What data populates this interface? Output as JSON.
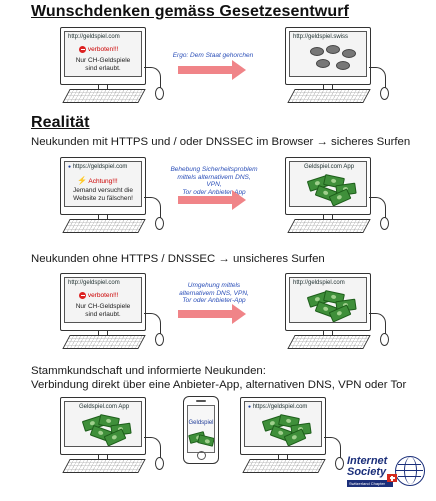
{
  "title_top": "Wunschdenken gemäss Gesetzesentwurf",
  "title_real": "Realität",
  "section1": {
    "left_url": "http://geldspiel.com",
    "left_status": "verboten!!!",
    "left_msg_line1": "Nur CH-Geldspiele",
    "left_msg_line2": "sind erlaubt.",
    "arrow_caption": "Ergo: Dem Staat gehorchen",
    "right_url": "http://geldspiel.swiss"
  },
  "section2": {
    "heading": "Neukunden mit HTTPS und / oder DNSSEC im Browser → sicheres Surfen",
    "left_url": "https://geldspiel.com",
    "left_alert": "Achtung!!!",
    "left_msg_line1": "Jemand versucht die",
    "left_msg_line2": "Website zu fälschen!",
    "arrow_caption_line1": "Behebung Sicherheitsproblem",
    "arrow_caption_line2": "mittels alternativem DNS, VPN,",
    "arrow_caption_line3": "Tor oder Anbieter-App",
    "right_title": "Geldspiel.com App"
  },
  "section3": {
    "heading": "Neukunden ohne HTTPS / DNSSEC → unsicheres Surfen",
    "left_url": "http://geldspiel.com",
    "left_status": "verboten!!!",
    "left_msg_line1": "Nur CH-Geldspiele",
    "left_msg_line2": "sind erlaubt.",
    "arrow_caption_line1": "Umgehung mittels",
    "arrow_caption_line2": "alternativem DNS, VPN,",
    "arrow_caption_line3": "Tor oder Anbieter-App",
    "right_url": "http://geldspiel.com"
  },
  "section4": {
    "heading_line1": "Stammkundschaft und informierte Neukunden:",
    "heading_line2": "Verbindung direkt über eine Anbieter-App, alternativen DNS, VPN oder Tor",
    "left_title": "Geldspiel.com App",
    "phone_title": "Geldspiel",
    "right_url": "https://geldspiel.com"
  },
  "logo": {
    "line1": "Internet",
    "line2": "Society",
    "line3": "Switzerland Chapter"
  },
  "colors": {
    "arrow": "#f08488",
    "caption": "#2b4fb8",
    "alert": "#cc0000",
    "money": "#3f8f3a"
  }
}
